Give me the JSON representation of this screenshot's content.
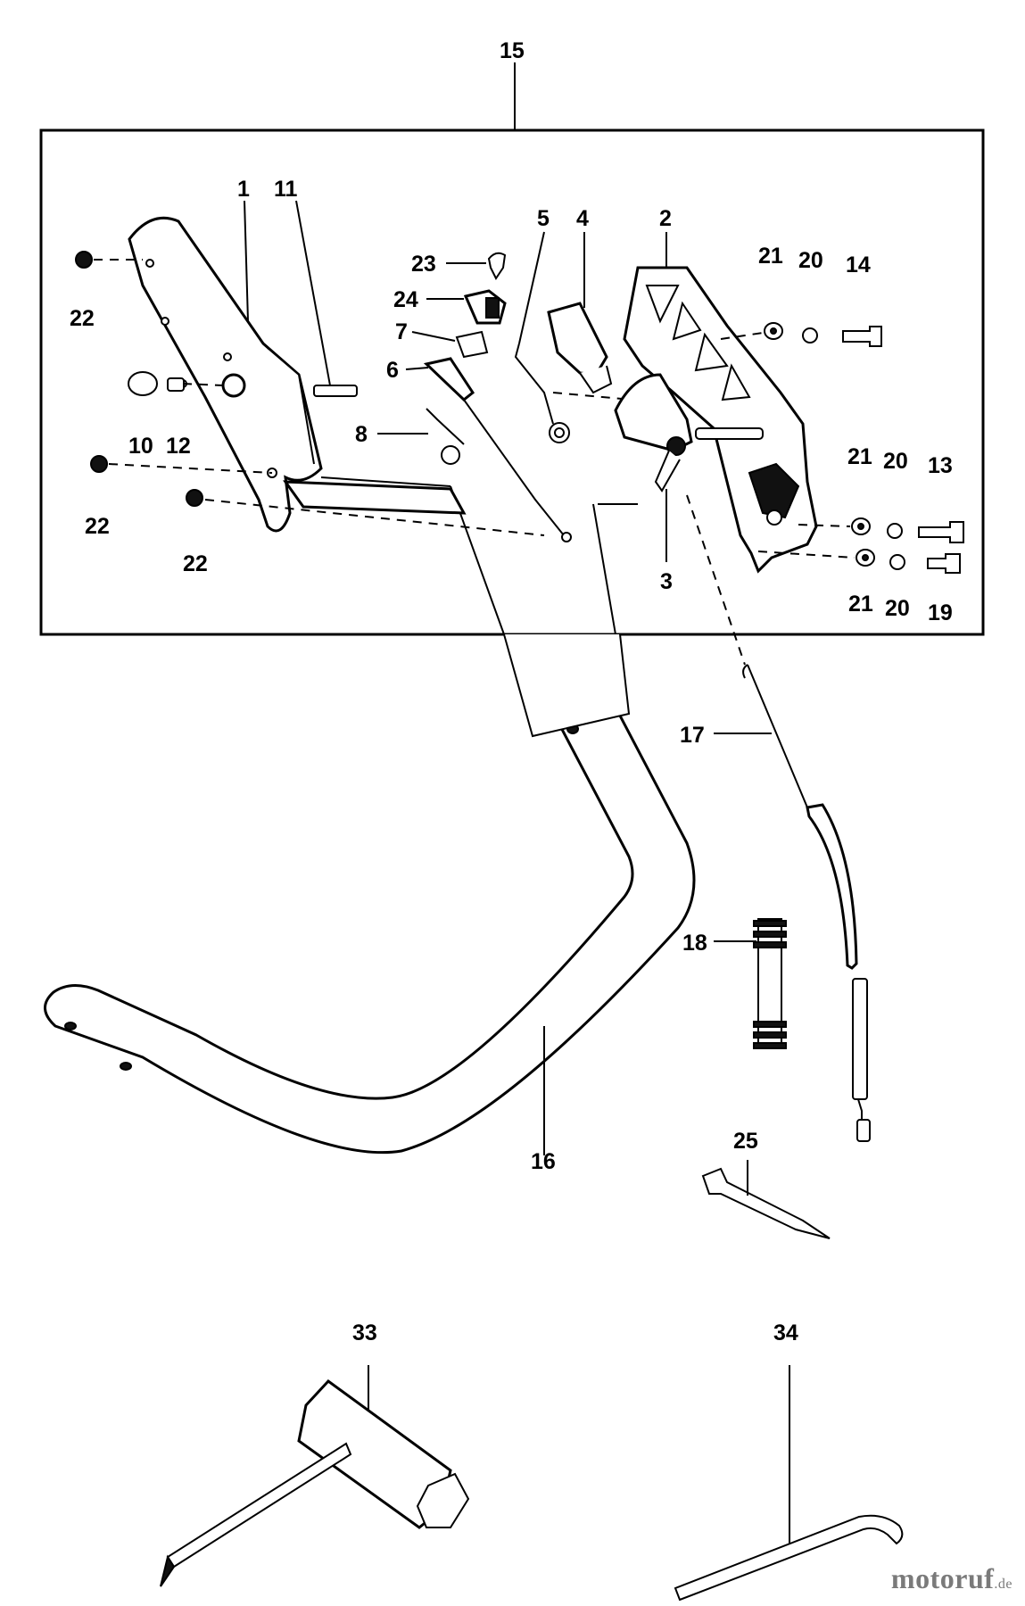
{
  "labels": {
    "l15": "15",
    "l1": "1",
    "l11": "11",
    "l5": "5",
    "l4": "4",
    "l2": "2",
    "l23": "23",
    "l24": "24",
    "l7": "7",
    "l6": "6",
    "l8": "8",
    "l22a": "22",
    "l22b": "22",
    "l22c": "22",
    "l10": "10",
    "l12": "12",
    "l3": "3",
    "l21a": "21",
    "l20a": "20",
    "l14": "14",
    "l21b": "21",
    "l20b": "20",
    "l13": "13",
    "l21c": "21",
    "l20c": "20",
    "l19": "19",
    "l17": "17",
    "l18": "18",
    "l16": "16",
    "l25": "25",
    "l33": "33",
    "l34": "34"
  },
  "watermark": {
    "name": "motoruf",
    "suffix": ".de"
  }
}
